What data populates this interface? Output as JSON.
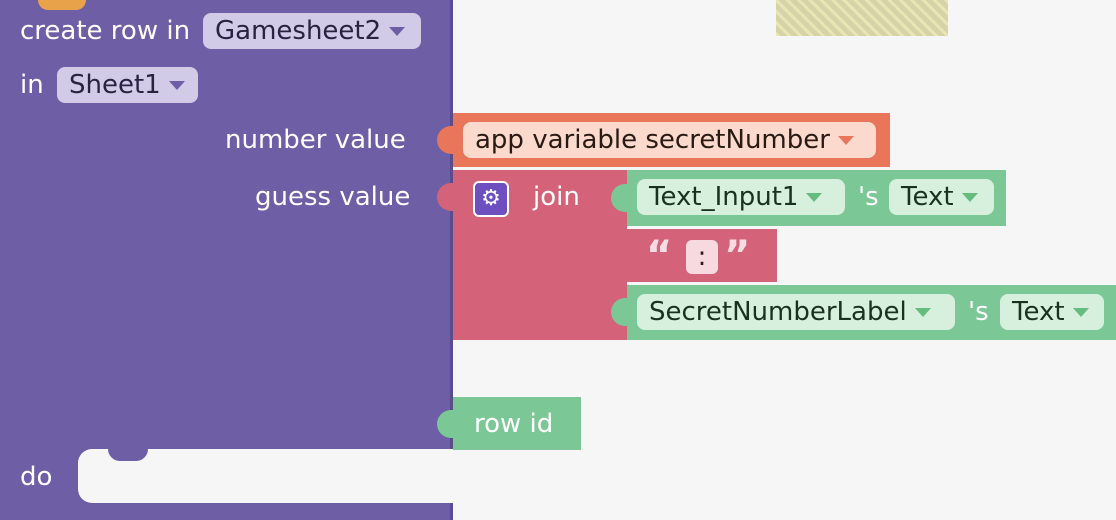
{
  "create_row_block": {
    "label": "create row in",
    "spreadsheet": "Gamesheet2",
    "in_label": "in",
    "sheet": "Sheet1",
    "number_value_label": "number value",
    "guess_value_label": "guess value",
    "do_label": "do"
  },
  "app_variable_block": {
    "label": "app variable secretNumber"
  },
  "join_block": {
    "label": "join"
  },
  "text_input_block": {
    "component": "Text_Input1",
    "possessive": "'s",
    "property": "Text"
  },
  "text_literal_block": {
    "open_quote": "“",
    "value": ":",
    "close_quote": "”"
  },
  "secret_label_block": {
    "component": "SecretNumberLabel",
    "possessive": "'s",
    "property": "Text"
  },
  "row_id_block": {
    "label": "row id"
  },
  "colors": {
    "workspace": "#f6f6f7",
    "data_block": "#6d5ea6",
    "variable_block": "#e9755a",
    "text_block": "#d4637a",
    "component_block": "#7cc796"
  }
}
